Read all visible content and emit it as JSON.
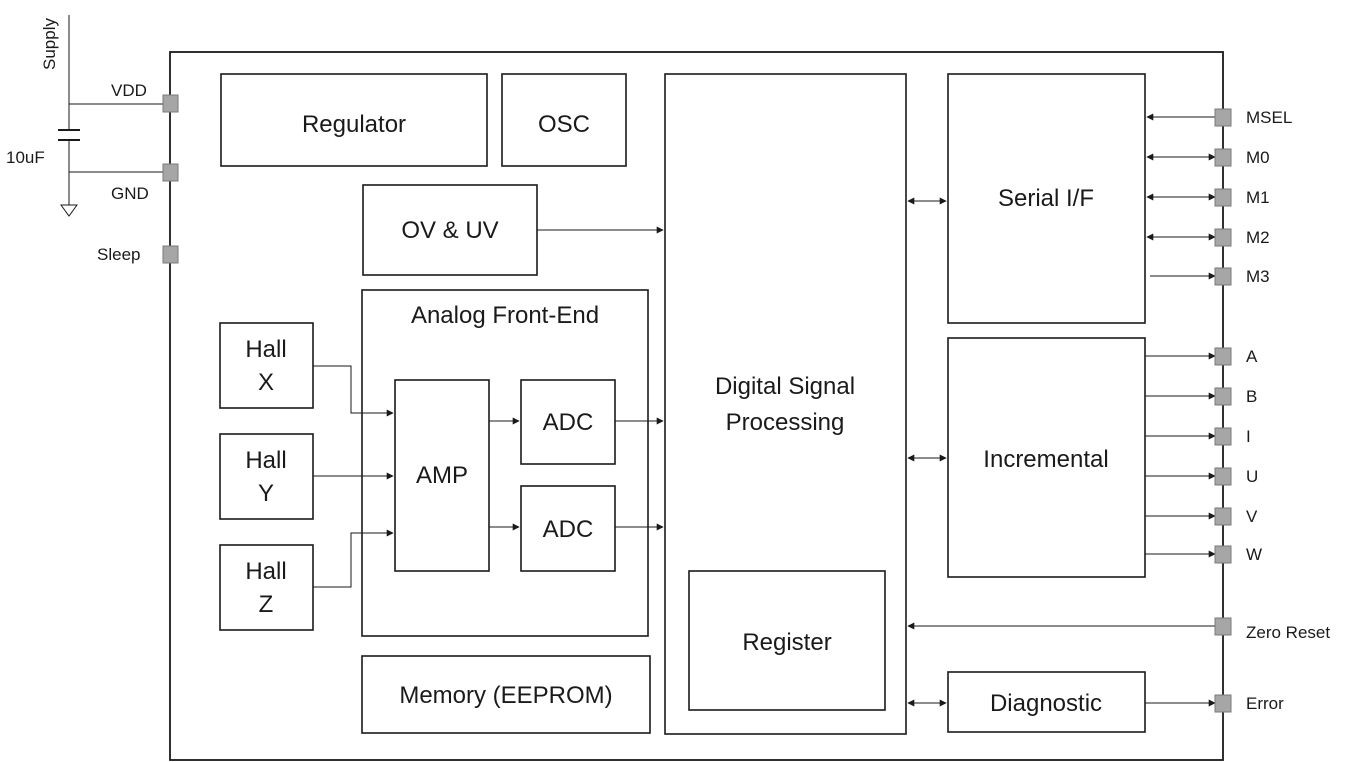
{
  "blocks": {
    "regulator": "Regulator",
    "osc": "OSC",
    "ov_uv": "OV & UV",
    "afe_title": "Analog Front-End",
    "hall_x": [
      "Hall",
      "X"
    ],
    "hall_y": [
      "Hall",
      "Y"
    ],
    "hall_z": [
      "Hall",
      "Z"
    ],
    "amp": "AMP",
    "adc1": "ADC",
    "adc2": "ADC",
    "memory": "Memory (EEPROM)",
    "dsp": [
      "Digital Signal",
      "Processing"
    ],
    "register": "Register",
    "serial": "Serial I/F",
    "incremental": "Incremental",
    "diagnostic": "Diagnostic"
  },
  "left_pins": {
    "supply": "Supply",
    "vdd": "VDD",
    "cap": "10uF",
    "gnd": "GND",
    "sleep": "Sleep"
  },
  "right_pins": {
    "msel": "MSEL",
    "m0": "M0",
    "m1": "M1",
    "m2": "M2",
    "m3": "M3",
    "a": "A",
    "b": "B",
    "i": "I",
    "u": "U",
    "v": "V",
    "w": "W",
    "zero_reset": "Zero Reset",
    "error": "Error"
  },
  "colors": {
    "line": "#1a1a1a",
    "pin_fill": "#a6a6a6"
  }
}
